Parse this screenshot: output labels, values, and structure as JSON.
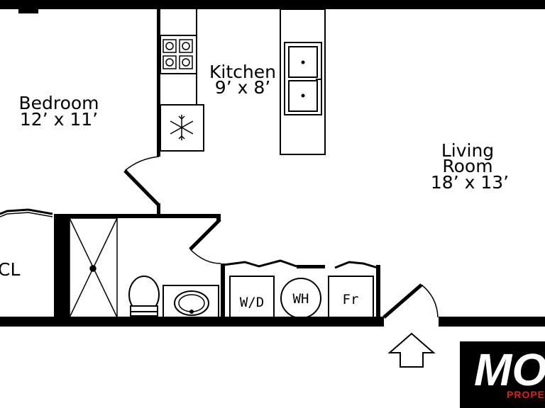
{
  "rooms": {
    "bedroom": {
      "name": "Bedroom",
      "size": "12’ x 11’"
    },
    "kitchen": {
      "name": "Kitchen",
      "size": "9’ x 8’"
    },
    "living": {
      "name_line1": "Living",
      "name_line2": "Room",
      "size": "18’ x 13’"
    },
    "closet": {
      "name": "CL"
    }
  },
  "fixtures": {
    "washer_dryer": "W/D",
    "water_heater": "WH",
    "fridge": "Fr"
  },
  "logo": {
    "text": "MO",
    "subtext": "PROPE"
  },
  "colors": {
    "wall": "#000000",
    "logo_bg": "#000000",
    "logo_text": "#ffffff",
    "logo_accent": "#e02020"
  }
}
